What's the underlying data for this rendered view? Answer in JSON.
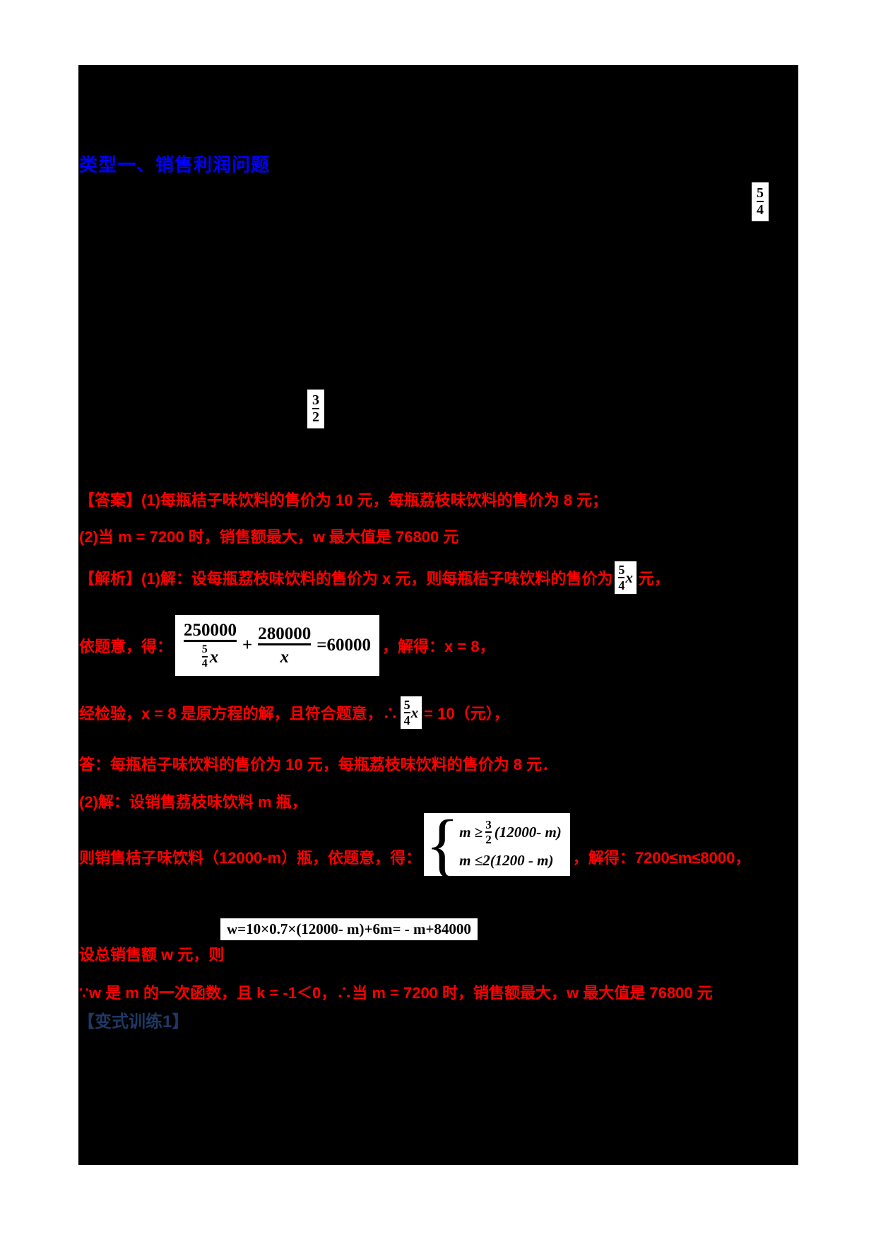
{
  "document": {
    "section_heading": "类型一、销售利润问题",
    "subsection_heading": "【变式训练1】"
  },
  "problem": {
    "fraction_top_right": {
      "numerator": "5",
      "denominator": "4"
    },
    "fraction_mid_left": {
      "numerator": "3",
      "denominator": "2"
    }
  },
  "answer": {
    "line1": "【答案】(1)每瓶桔子味饮料的售价为 10 元，每瓶荔枝味饮料的售价为 8 元；",
    "line2": "(2)当 m = 7200 时，销售额最大，w 最大值是 76800 元"
  },
  "solution": {
    "setup_pre": "【解析】(1)解：设每瓶荔枝味饮料的售价为 x 元，则每瓶桔子味饮料的售价为",
    "price_fraction": {
      "numerator": "5",
      "denominator": "4",
      "variable": "x"
    },
    "setup_post": "元，",
    "equation_pre": "依题意，得：",
    "equation": {
      "numerator1": "250000",
      "denominator1_fraction": {
        "numerator": "5",
        "denominator": "4"
      },
      "denominator1_variable": "x",
      "operator": "+",
      "numerator2": "280000",
      "denominator2": "x",
      "rhs": "=60000"
    },
    "equation_post": "，解得：x = 8，",
    "check_pre": "经检验，x = 8 是原方程的解，且符合题意，∴",
    "check_post": "= 10（元），",
    "answer_sentence": "答：每瓶桔子味饮料的售价为 10 元，每瓶荔枝味饮料的售价为 8 元．",
    "part2_setup": "(2)解：设销售荔枝味饮料 m 瓶，",
    "system_pre": "则销售桔子味饮料（12000-m）瓶，依题意，得：",
    "system": {
      "brace": "{",
      "line1_lhs": "m ≥",
      "line1_fraction": {
        "numerator": "3",
        "denominator": "2"
      },
      "line1_rhs": "(12000- m)",
      "line2": "m ≤2(1200 - m)"
    },
    "system_post": "，解得：7200≤m≤8000，",
    "total_sales_equation": "w=10×0.7×(12000- m)+6m= - m+84000",
    "total_sales_text": "设总销售额 w 元，则",
    "conclusion": "∵w 是 m 的一次函数，且 k = -1＜0，∴当 m = 7200 时，销售额最大，w 最大值是 76800 元"
  },
  "colors": {
    "heading_blue": "#0000FF",
    "subheading_navy": "#1F3864",
    "body_red": "#FF0000",
    "board_black": "#000000",
    "page_white": "#FFFFFF"
  }
}
